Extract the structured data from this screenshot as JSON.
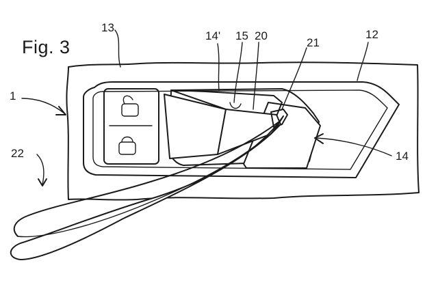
{
  "figure": {
    "title": "Fig. 3",
    "labels": {
      "ref_13": "13",
      "ref_14_prime": "14'",
      "ref_15": "15",
      "ref_20": "20",
      "ref_21": "21",
      "ref_12": "12",
      "ref_1": "1",
      "ref_22": "22",
      "ref_14": "14"
    }
  },
  "colors": {
    "ink": "#1a1a1a",
    "paper": "#ffffff"
  },
  "icons": [
    "unlocked-padlock-icon",
    "locked-padlock-icon"
  ]
}
